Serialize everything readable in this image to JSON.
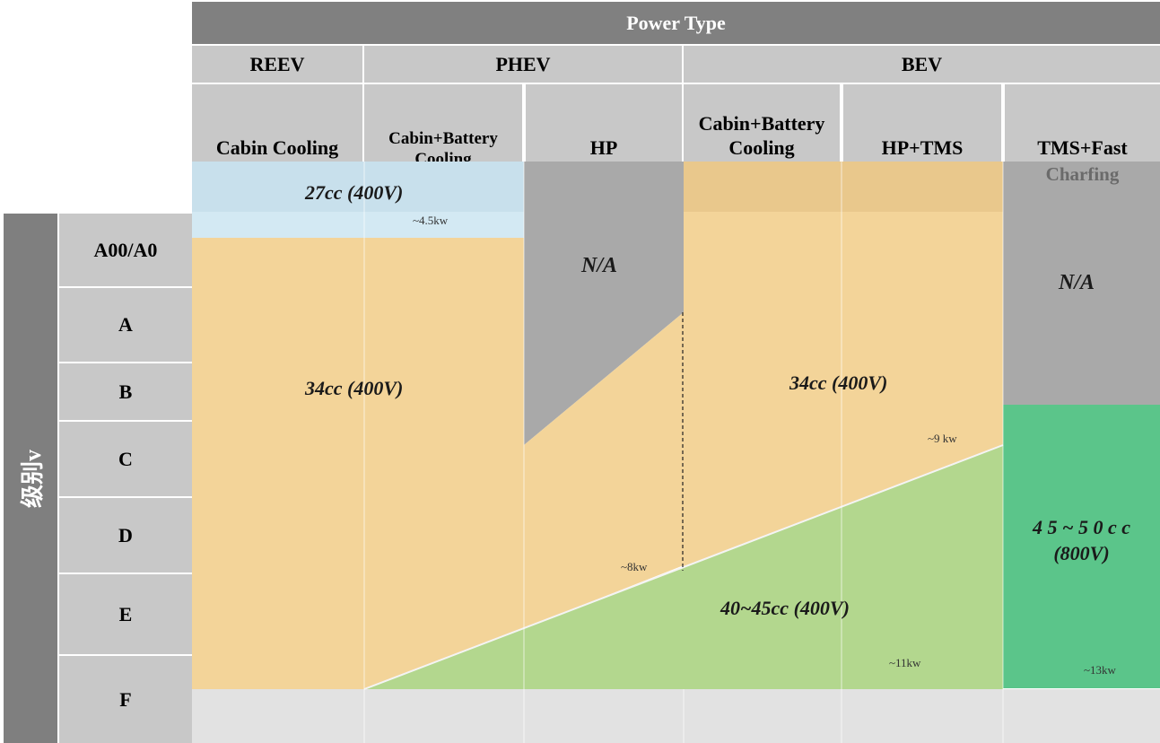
{
  "header": {
    "title": "Power Type",
    "groups": [
      "REEV",
      "PHEV",
      "BEV"
    ],
    "sub": {
      "cabin_cooling": "Cabin Cooling",
      "phev_cabin_battery": "Cabin+Battery Cooling",
      "hp": "HP",
      "bev_cabin_battery": "Cabin+Battery Cooling",
      "hp_tms": "HP+TMS",
      "tms_fast": "TMS+Fast",
      "charging": "Charfing"
    }
  },
  "side_label": "级别v",
  "rows": [
    "A00/A0",
    "A",
    "B",
    "C",
    "D",
    "E",
    "F"
  ],
  "regions": {
    "cc27": "27cc (400V)",
    "kw45": "~4.5kw",
    "na_hp": "N/A",
    "na_tms": "N/A",
    "cc34_left": "34cc (400V)",
    "cc34_right": "34cc (400V)",
    "kw9": "~9 kw",
    "kw8": "~8kw",
    "cc40": "40~45cc (400V)",
    "kw11": "~11kw",
    "cc45_line1": "4 5 ~ 5 0 c c",
    "cc45_line2": "(800V)",
    "kw13": "~13kw"
  },
  "colors": {
    "orange": "#f3d499",
    "orange_dark": "#e9c88c",
    "blue": "#c8e0ec",
    "grey_na": "#a9a9a9",
    "green_light": "#b3d78e",
    "green_dark": "#5bc58a",
    "header_dark": "#808080",
    "header_light": "#c8c8c8"
  }
}
